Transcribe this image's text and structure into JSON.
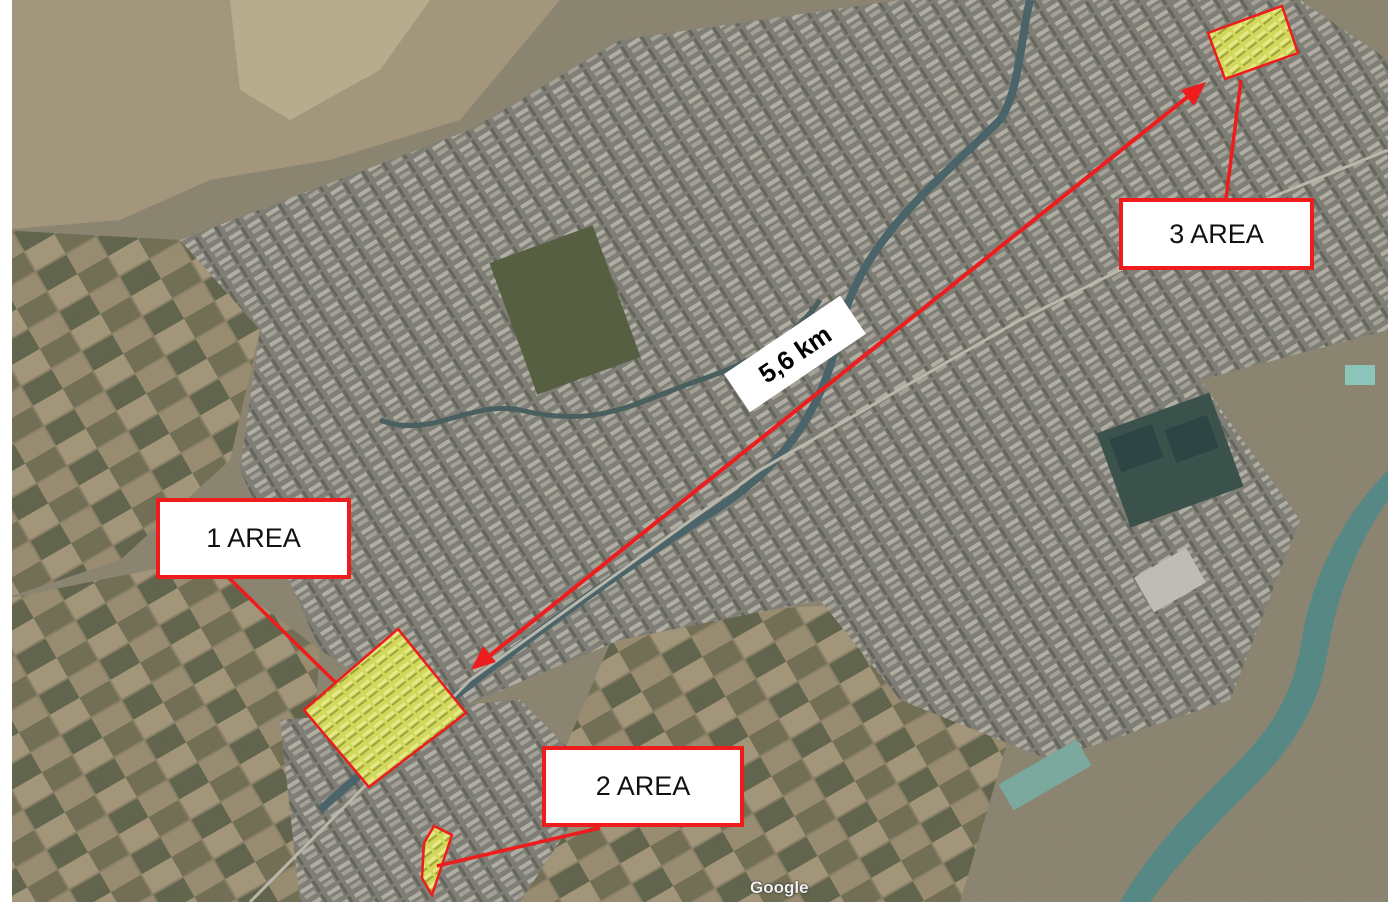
{
  "map": {
    "areas": [
      {
        "label": "1 AREA"
      },
      {
        "label": "2 AREA"
      },
      {
        "label": "3 AREA"
      }
    ],
    "distance_label": "5,6 km",
    "attribution": "Google",
    "colors": {
      "marker": "#ee1c1c",
      "area_fill": "#d6dc5a",
      "terrain_base": "#8a8472",
      "urban": "#7d7e78",
      "fields": "#9a8e70",
      "river": "#4f8a8a"
    }
  }
}
